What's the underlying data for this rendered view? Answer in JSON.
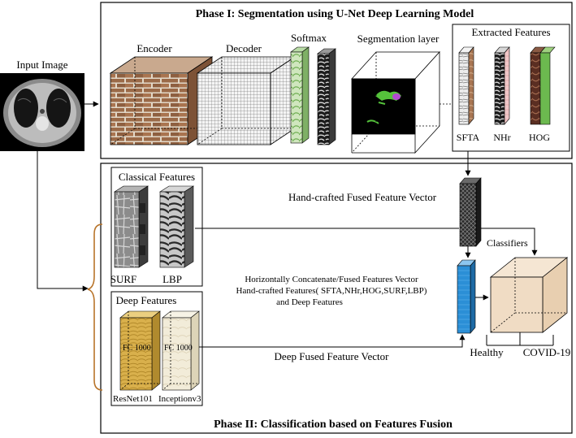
{
  "input": {
    "label": "Input Image"
  },
  "phase1": {
    "title": "Phase I: Segmentation using U-Net Deep Learning Model",
    "encoder": "Encoder",
    "decoder": "Decoder",
    "softmax": "Softmax",
    "segmentation": "Segmentation layer",
    "extracted": {
      "title": "Extracted Features",
      "labels": [
        "SFTA",
        "NHr",
        "HOG"
      ]
    }
  },
  "phase2": {
    "title": "Phase II: Classification based on Features Fusion",
    "classical": {
      "title": "Classical Features",
      "labels": [
        "SURF",
        "LBP"
      ]
    },
    "deep": {
      "title": "Deep Features",
      "fc": "FC 1000",
      "models": [
        "ResNet101",
        "Inceptionv3"
      ]
    },
    "handcrafted_vector": "Hand-crafted Fused Feature Vector",
    "concat_lines": [
      "Horizontally Concatenate/Fused Features Vector",
      "Hand-crafted Features( SFTA,NHr,HOG,SURF,LBP)",
      "and Deep Features"
    ],
    "deep_vector": "Deep Fused Feature Vector",
    "classifiers": "Classifiers",
    "outputs": [
      "Healthy",
      "COVID-19"
    ]
  },
  "colors": {
    "brick": "#9b6a48",
    "mortar": "#e2d8c8",
    "softmax": "#9cc98b",
    "fused": "#2b8fd6",
    "classifier": "#f0dcc4",
    "resnet": "#d9b04c",
    "inception": "#f2ecd9",
    "bracket": "#b8742a"
  }
}
